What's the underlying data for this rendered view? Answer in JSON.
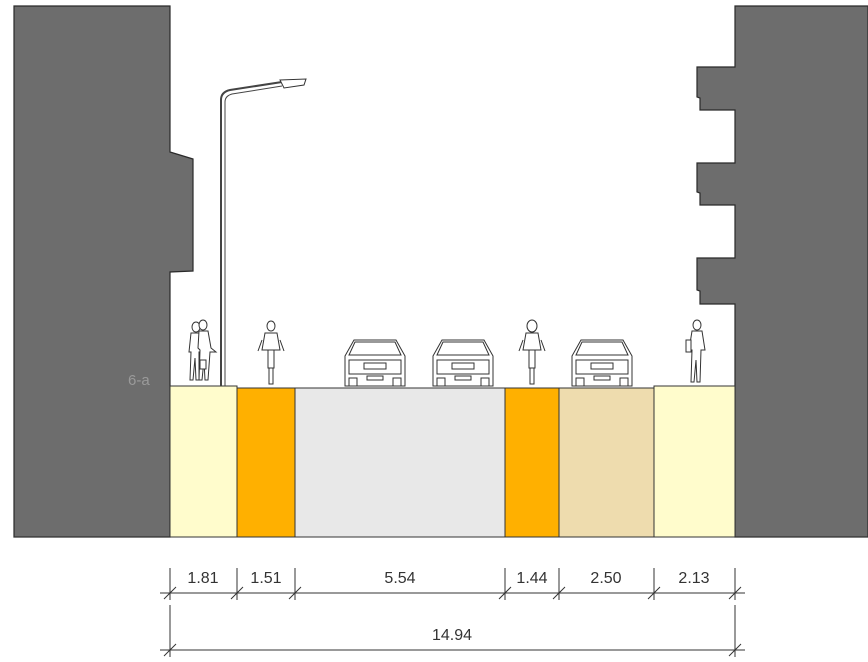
{
  "section_label": "6-a",
  "segments": [
    {
      "name": "left-sidewalk",
      "width_m": "1.81",
      "color": "#fffccc"
    },
    {
      "name": "left-bike-lane",
      "width_m": "1.51",
      "color": "#ffb000"
    },
    {
      "name": "travel-lanes",
      "width_m": "5.54",
      "color": "#e8e8e8"
    },
    {
      "name": "right-bike-lane",
      "width_m": "1.44",
      "color": "#ffb000"
    },
    {
      "name": "parking-lane",
      "width_m": "2.50",
      "color": "#eedcae"
    },
    {
      "name": "right-sidewalk",
      "width_m": "2.13",
      "color": "#fffccc"
    }
  ],
  "total_width": "14.94",
  "colors": {
    "building": "#6d6d6d",
    "building_stroke": "#2a2a2a",
    "line": "#333333"
  },
  "icons": [
    "streetlight-icon",
    "pedestrian-couple-icon",
    "cyclist-icon",
    "car-icon",
    "car-icon",
    "cyclist-icon",
    "car-icon",
    "pedestrian-icon"
  ]
}
